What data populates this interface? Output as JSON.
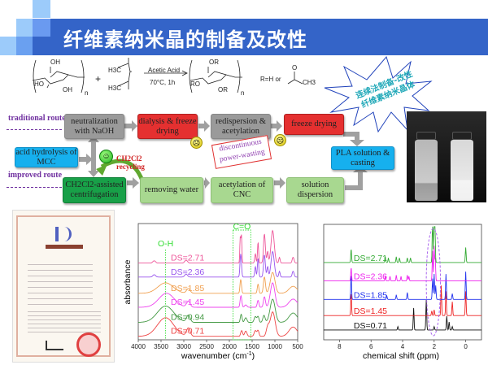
{
  "title": "纤维素纳米晶的制备及改性",
  "reaction": {
    "oh_top": "OH",
    "ho": "HO",
    "oh_bottom": "OH",
    "n1": "n",
    "plus": "+",
    "h3c_top": "H3C",
    "h3c_bottom": "H3C",
    "reagent": "Acetic Acid",
    "conditions": "70°C, 1h",
    "or_top": "OR",
    "ro": "RO",
    "or_bottom": "OR",
    "n2": "n",
    "r_def": "R=H  or",
    "ch3": "CH3"
  },
  "starburst": {
    "line1": "连续法制备-改性",
    "line2": "纤维素纳米晶体"
  },
  "flow": {
    "traditional_route": "traditional route",
    "improved_route": "improved route",
    "neutralization": "neutralization with NaOH",
    "dialysis": "dialysis & freeze drying",
    "redispersion": "redispersion & acetylation",
    "freeze_drying": "freeze drying",
    "acid_hydrolysis": "acid hydrolysis of MCC",
    "centrifugation": "CH2Cl2-assisted centrifugation",
    "removing_water": "removing water",
    "acetylation_cnc": "acetylation of CNC",
    "solution_dispersion": "solution dispersion",
    "pla": "PLA solution & casting",
    "recycling_1": "CH2Cl2",
    "recycling_2": "recycling",
    "discontinuous": "discontinuous",
    "power_wasting": "power-wasting"
  },
  "chart_data": [
    {
      "type": "line",
      "title": "",
      "xlabel": "wavenumber (cm",
      "xlabel_sup": "-1",
      "xlabel_end": ")",
      "ylabel": "absorbance",
      "xlim": [
        4000,
        500
      ],
      "ylim": [
        0,
        10
      ],
      "xticks": [
        4000,
        3500,
        3000,
        2500,
        2000,
        1500,
        1000,
        500
      ],
      "annotations": [
        {
          "text": "O-H",
          "x": 3400,
          "color": "#33dd33"
        },
        {
          "text": "C=O",
          "x_range": [
            1920,
            1530
          ],
          "color": "#33dd33"
        }
      ],
      "series": [
        {
          "name": "DS=0.71",
          "color": "#ee4444",
          "offset": 0.3,
          "peaks": [
            [
              3400,
              1.6,
              180
            ],
            [
              2900,
              0.7,
              40
            ],
            [
              1730,
              0.5,
              20
            ],
            [
              1640,
              0.45,
              25
            ],
            [
              1430,
              0.5,
              25
            ],
            [
              1370,
              0.5,
              20
            ],
            [
              1160,
              0.7,
              30
            ],
            [
              1050,
              2.1,
              55
            ],
            [
              600,
              0.8,
              90
            ]
          ]
        },
        {
          "name": "DS=0.94",
          "color": "#449944",
          "offset": 1.5,
          "peaks": [
            [
              3400,
              1.4,
              180
            ],
            [
              2900,
              0.6,
              40
            ],
            [
              1740,
              0.7,
              18
            ],
            [
              1640,
              0.4,
              25
            ],
            [
              1430,
              0.5,
              25
            ],
            [
              1370,
              0.5,
              20
            ],
            [
              1240,
              0.6,
              25
            ],
            [
              1050,
              2.0,
              55
            ],
            [
              600,
              0.8,
              90
            ]
          ]
        },
        {
          "name": "DS=1.45",
          "color": "#ee44ee",
          "offset": 2.8,
          "peaks": [
            [
              3380,
              1.2,
              170
            ],
            [
              2900,
              0.5,
              40
            ],
            [
              1745,
              1.0,
              18
            ],
            [
              1640,
              0.2,
              25
            ],
            [
              1370,
              0.6,
              18
            ],
            [
              1230,
              0.9,
              22
            ],
            [
              1050,
              2.1,
              50
            ],
            [
              600,
              0.7,
              90
            ]
          ]
        },
        {
          "name": "DS=1.85",
          "color": "#f0a050",
          "offset": 4.0,
          "peaks": [
            [
              3400,
              0.9,
              170
            ],
            [
              2900,
              0.4,
              40
            ],
            [
              1750,
              1.2,
              16
            ],
            [
              1370,
              0.8,
              16
            ],
            [
              1230,
              1.4,
              22
            ],
            [
              1050,
              1.8,
              50
            ],
            [
              600,
              0.6,
              90
            ]
          ]
        },
        {
          "name": "DS=2.36",
          "color": "#9955ee",
          "offset": 5.4,
          "peaks": [
            [
              3650,
              0.2,
              30
            ],
            [
              2950,
              0.25,
              30
            ],
            [
              1750,
              2.0,
              16
            ],
            [
              1430,
              0.9,
              14
            ],
            [
              1370,
              1.6,
              14
            ],
            [
              1230,
              1.9,
              20
            ],
            [
              1160,
              0.9,
              15
            ],
            [
              1050,
              2.2,
              35
            ],
            [
              900,
              0.5,
              15
            ],
            [
              600,
              0.5,
              20
            ]
          ]
        },
        {
          "name": "DS=2.71",
          "color": "#ee5599",
          "offset": 6.6,
          "peaks": [
            [
              3650,
              0.2,
              30
            ],
            [
              2950,
              0.25,
              30
            ],
            [
              1760,
              2.2,
              10
            ],
            [
              1735,
              2.4,
              10
            ],
            [
              1430,
              0.8,
              14
            ],
            [
              1370,
              1.8,
              12
            ],
            [
              1230,
              2.5,
              20
            ],
            [
              1160,
              1.0,
              15
            ],
            [
              1050,
              2.8,
              35
            ],
            [
              900,
              0.5,
              15
            ],
            [
              600,
              0.5,
              20
            ]
          ]
        }
      ]
    },
    {
      "type": "line",
      "title": "",
      "xlabel": "chemical shift (ppm)",
      "ylabel": "",
      "xlim": [
        9,
        -1
      ],
      "ylim": [
        0,
        10
      ],
      "xticks": [
        8,
        6,
        4,
        2,
        0
      ],
      "annotations": [
        {
          "shape": "dashed-ellipse",
          "x_range": [
            2.5,
            1.6
          ],
          "color": "#aa66ee"
        }
      ],
      "series": [
        {
          "name": "DS=0.71",
          "color": "#111111",
          "offset": 0.85,
          "peaks": [
            [
              4.3,
              0.3
            ],
            [
              3.3,
              1.9
            ],
            [
              2.5,
              2.6
            ],
            [
              2.0,
              0.3
            ],
            [
              1.2,
              1.2
            ],
            [
              1.05,
              0.7
            ],
            [
              0.85,
              0.3
            ]
          ]
        },
        {
          "name": "DS=1.45",
          "color": "#ee2222",
          "offset": 2.1,
          "peaks": [
            [
              7.26,
              2.0
            ],
            [
              2.15,
              0.4
            ],
            [
              2.0,
              0.5
            ],
            [
              1.55,
              2.6
            ],
            [
              1.25,
              2.1
            ],
            [
              0.85,
              1.2
            ],
            [
              0,
              2.1
            ]
          ]
        },
        {
          "name": "DS=1.85",
          "color": "#2233ee",
          "offset": 3.5,
          "peaks": [
            [
              7.26,
              2.2
            ],
            [
              5.0,
              0.3
            ],
            [
              4.4,
              0.4
            ],
            [
              3.7,
              0.6
            ],
            [
              2.1,
              1.8
            ],
            [
              2.0,
              2.2
            ],
            [
              1.9,
              1.2
            ],
            [
              1.25,
              2.2
            ],
            [
              0.85,
              0.5
            ],
            [
              0,
              2.4
            ]
          ]
        },
        {
          "name": "DS=2.36",
          "color": "#ee22ee",
          "offset": 5.1,
          "peaks": [
            [
              7.26,
              1.2
            ],
            [
              5.1,
              0.4
            ],
            [
              4.8,
              0.4
            ],
            [
              4.4,
              0.5
            ],
            [
              4.1,
              0.4
            ],
            [
              3.7,
              0.5
            ],
            [
              3.6,
              0.4
            ],
            [
              2.1,
              2.6
            ],
            [
              2.0,
              3.0
            ],
            [
              1.93,
              2.0
            ]
          ]
        },
        {
          "name": "DS=2.71",
          "color": "#33aa33",
          "offset": 6.7,
          "peaks": [
            [
              7.26,
              1.2
            ],
            [
              5.1,
              0.5
            ],
            [
              4.9,
              0.4
            ],
            [
              4.4,
              0.5
            ],
            [
              4.2,
              0.4
            ],
            [
              3.7,
              0.4
            ],
            [
              3.5,
              0.4
            ],
            [
              2.1,
              4.0
            ],
            [
              2.0,
              4.5
            ],
            [
              1.95,
              3.0
            ],
            [
              0,
              1.3
            ]
          ]
        }
      ]
    }
  ]
}
